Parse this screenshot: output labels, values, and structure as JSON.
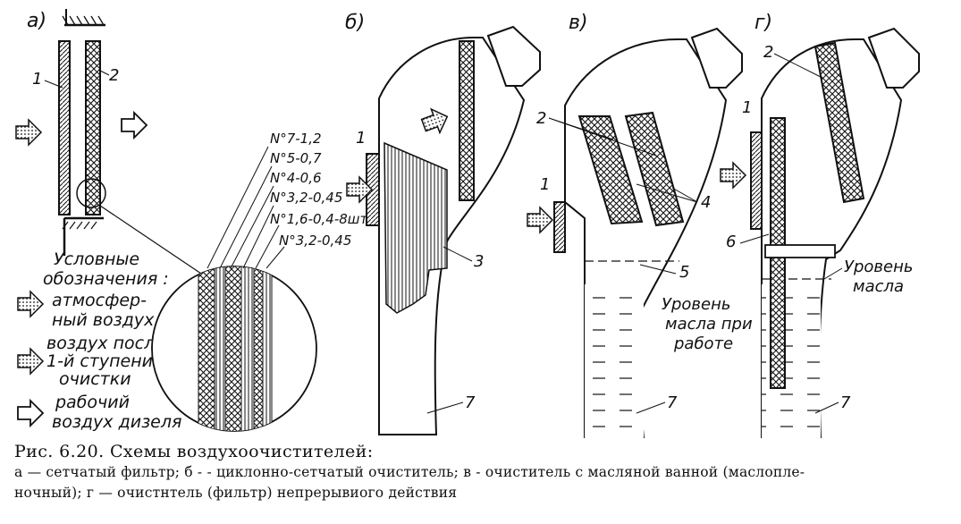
{
  "panels": {
    "a": "а)",
    "b": "б)",
    "v": "в)",
    "g": "г)"
  },
  "numbers": {
    "a1": "1",
    "a2": "2",
    "b1": "1",
    "b3": "3",
    "b7": "7",
    "v1": "1",
    "v2": "2",
    "v4": "4",
    "v5": "5",
    "v7": "7",
    "g1": "1",
    "g2": "2",
    "g6": "6",
    "g7": "7"
  },
  "mesh_labels": [
    "N°7-1,2",
    "N°5-0,7",
    "N°4-0,6",
    "N°3,2-0,45",
    "N°1,6-0,4-8шт",
    "N°3,2-0,45"
  ],
  "legend": {
    "title": [
      "Условные",
      "обозначения :"
    ],
    "items": [
      {
        "icon": "dotted-arrow-icon",
        "lines": [
          "атмосфер-",
          "ный воздух"
        ]
      },
      {
        "icon": "hatched-arrow-icon",
        "lines": [
          "воздух после",
          "1-й ступени",
          "очистки"
        ]
      },
      {
        "icon": "hollow-arrow-icon",
        "lines": [
          "рабочий",
          "воздух дизеля"
        ]
      }
    ]
  },
  "level_labels": {
    "v": [
      "Уровень",
      "масла при",
      "работе"
    ],
    "g": [
      "Уровень",
      "масла"
    ]
  },
  "caption": {
    "title": "Рис. 6.20. Схемы воздухоочистителей:",
    "line1": "а — сетчатый фильтр; б - - циклонно-сетчатый очиститель; в   - очиститель с масляной ванной (маслопле-",
    "line2": "ночный); г — очистнтель (фильтр) непрерывиого действия"
  }
}
